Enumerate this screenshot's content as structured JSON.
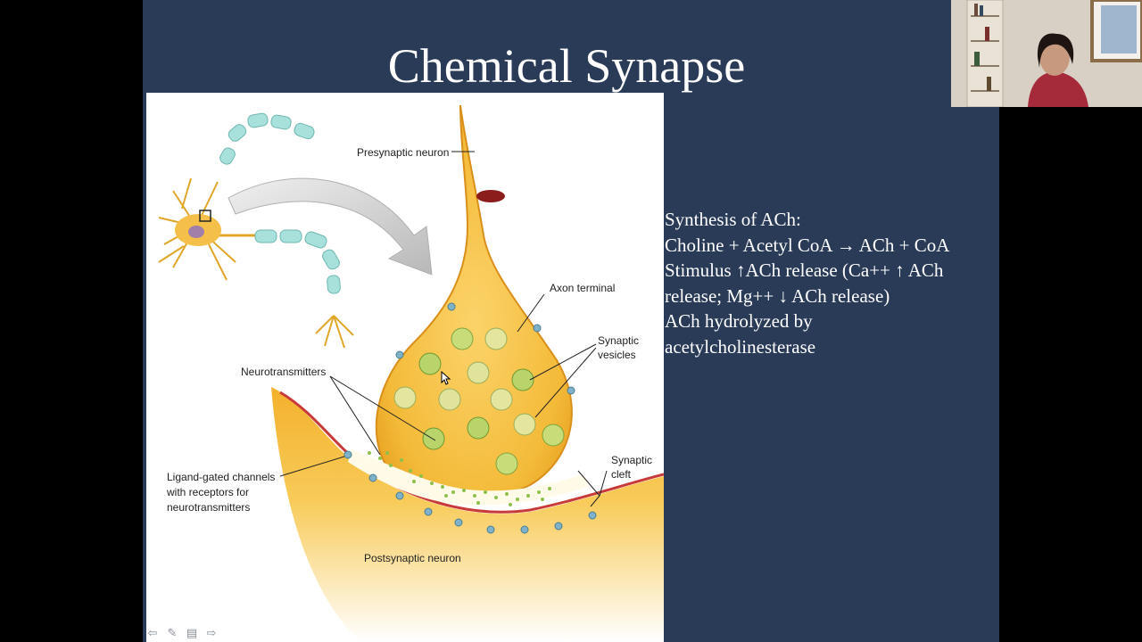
{
  "slide": {
    "title": "Chemical Synapse",
    "notes": [
      "Synthesis of ACh:",
      "Choline + Acetyl CoA → ACh + CoA",
      "Stimulus ↑ACh release (Ca++ ↑ ACh",
      "release; Mg++ ↓ ACh release)",
      "ACh hydrolyzed by",
      "acetylcholinesterase"
    ]
  },
  "figure": {
    "labels": {
      "presynaptic": "Presynaptic neuron",
      "axon_terminal": "Axon terminal",
      "synaptic_vesicles_1": "Synaptic",
      "synaptic_vesicles_2": "vesicles",
      "neurotransmitters": "Neurotransmitters",
      "ligand_1": "Ligand-gated channels",
      "ligand_2": "with receptors for",
      "ligand_3": "neurotransmitters",
      "cleft_1": "Synaptic",
      "cleft_2": "cleft",
      "postsynaptic": "Postsynaptic neuron"
    }
  },
  "navigation": {
    "icons": [
      "previous-arrow-icon",
      "pen-icon",
      "menu-icon",
      "next-arrow-icon"
    ]
  },
  "colors": {
    "slide_background": "#2a3b57",
    "neuron": "#f2b933",
    "myelin": "#8fd6d2",
    "vesicle": "#9cc44a"
  }
}
